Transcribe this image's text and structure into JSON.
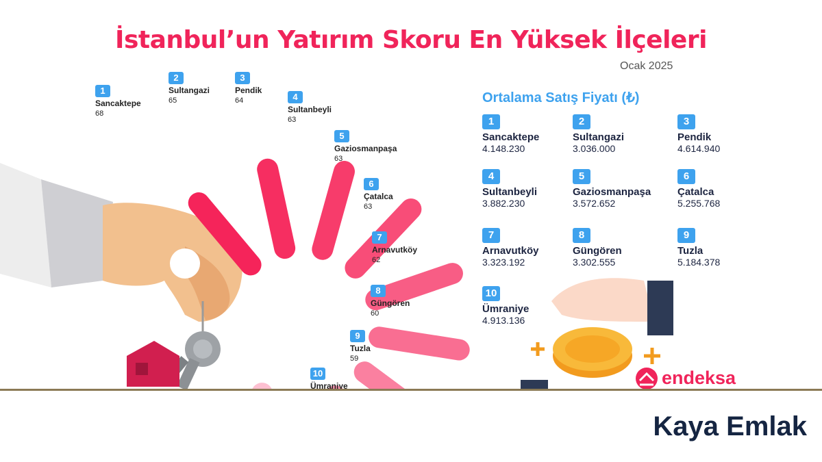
{
  "header": {
    "title": "İstanbul’un Yatırım Skoru En Yüksek İlçeleri",
    "subtitle": "Ocak 2025"
  },
  "chart_data": {
    "type": "bar",
    "title": "İstanbul’un Yatırım Skoru En Yüksek İlçeleri",
    "subtitle": "Ocak 2025",
    "categories": [
      "Sancaktepe",
      "Sultangazi",
      "Pendik",
      "Sultanbeyli",
      "Gaziosmanpaşa",
      "Çatalca",
      "Arnavutköy",
      "Güngören",
      "Tuzla",
      "Ümraniye"
    ],
    "ranks": [
      "1",
      "2",
      "3",
      "4",
      "5",
      "6",
      "7",
      "8",
      "9",
      "10"
    ],
    "values": [
      68,
      65,
      64,
      63,
      63,
      63,
      62,
      60,
      59,
      null
    ],
    "colors": [
      "#f5245a",
      "#f62e61",
      "#f73c6b",
      "#f84d78",
      "#f85d85",
      "#f96e92",
      "#fa80a0",
      "#fb94b0",
      "#fca8c0",
      "#fdc0d1"
    ]
  },
  "prices": {
    "title": "Ortalama Satış Fiyatı (₺)",
    "items": [
      {
        "rank": "1",
        "name": "Sancaktepe",
        "price": "4.148.230"
      },
      {
        "rank": "2",
        "name": "Sultangazi",
        "price": "3.036.000"
      },
      {
        "rank": "3",
        "name": "Pendik",
        "price": "4.614.940"
      },
      {
        "rank": "4",
        "name": "Sultanbeyli",
        "price": "3.882.230"
      },
      {
        "rank": "5",
        "name": "Gaziosmanpaşa",
        "price": "3.572.652"
      },
      {
        "rank": "6",
        "name": "Çatalca",
        "price": "5.255.768"
      },
      {
        "rank": "7",
        "name": "Arnavutköy",
        "price": "3.323.192"
      },
      {
        "rank": "8",
        "name": "Güngören",
        "price": "3.302.555"
      },
      {
        "rank": "9",
        "name": "Tuzla",
        "price": "5.184.378"
      },
      {
        "rank": "10",
        "name": "Ümraniye",
        "price": "4.913.136"
      }
    ]
  },
  "brand": {
    "logo": "endeksa"
  },
  "footer": {
    "agency": "Kaya Emlak"
  },
  "colors": {
    "accent": "#f0245a",
    "badge": "#3ea2ee",
    "navy": "#152542"
  }
}
